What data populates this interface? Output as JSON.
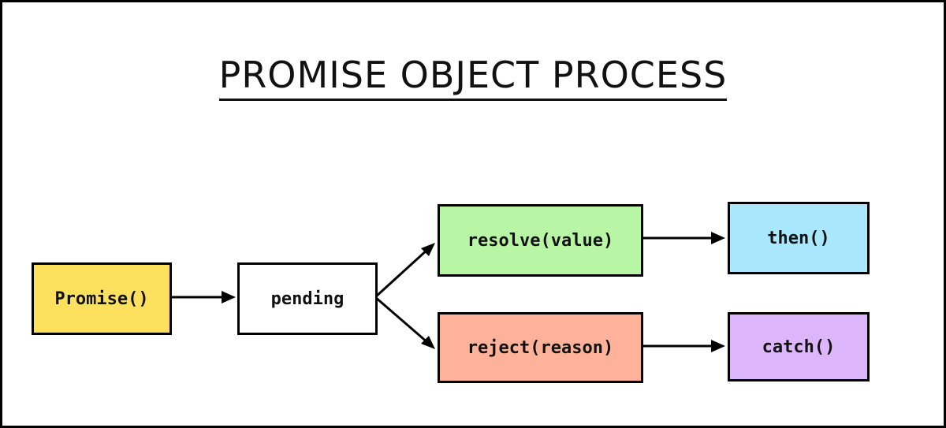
{
  "title": "PROMISE OBJECT PROCESS",
  "nodes": {
    "promise": {
      "label": "Promise()",
      "color": "#FDE15E"
    },
    "pending": {
      "label": "pending",
      "color": "#FFFFFF"
    },
    "resolve": {
      "label": "resolve(value)",
      "color": "#B8F5A4"
    },
    "reject": {
      "label": "reject(reason)",
      "color": "#FDB299"
    },
    "then": {
      "label": "then()",
      "color": "#A9E8FC"
    },
    "catch": {
      "label": "catch()",
      "color": "#DCB5FA"
    }
  },
  "edges": [
    {
      "from": "promise",
      "to": "pending"
    },
    {
      "from": "pending",
      "to": "resolve"
    },
    {
      "from": "pending",
      "to": "reject"
    },
    {
      "from": "resolve",
      "to": "then"
    },
    {
      "from": "reject",
      "to": "catch"
    }
  ]
}
